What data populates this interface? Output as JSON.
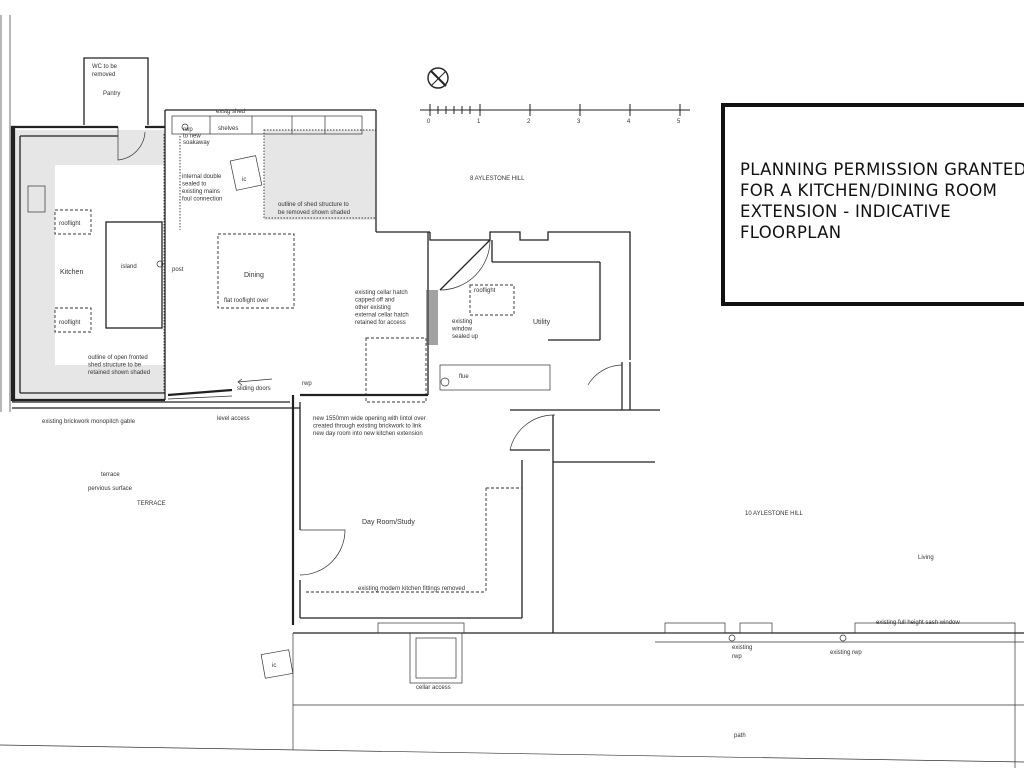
{
  "title": "PLANNING PERMISSION GRANTED\nFOR A KITCHEN/DINING ROOM\nEXTENSION - INDICATIVE\nFLOORPLAN",
  "scale": {
    "ticks": [
      "0",
      "1",
      "2",
      "3",
      "4",
      "5"
    ]
  },
  "labels": {
    "wc": "WC to  be\nremoved",
    "pantry": "Pantry",
    "extg_shed": "exstg shed",
    "rwp_new": "rwp\nto new\nsoakaway",
    "shelves": "shelves",
    "ic_top": "ic",
    "drain_note": "internal double\nsealed to\nexisting mains\nfoul connection",
    "shed_note": "outline of shed structure to\nbe removed shown shaded",
    "aylestone8": "8 AYLESTONE HILL",
    "rooflight1": "rooflight",
    "rooflight2": "rooflight",
    "rooflight3": "rooflight",
    "kitchen": "Kitchen",
    "island": "island",
    "post": "post",
    "dining": "Dining",
    "dining_roof": "flat rooflight over",
    "cellar_note": "existing cellar hatch\ncapped off and\nother existing\nexternal cellar hatch\nretained for access",
    "window_note": "existing\nwindow\nsealed up",
    "utility": "Utility",
    "flue": "flue",
    "open_shed": "outline of open fronted\nshed structure to  be\nretained shown shaded",
    "sliding": "sliding doors",
    "rwp_left": "rwp",
    "gable": "existing brickwork monopitch gable",
    "level": "level access",
    "opening_note": "new 1550mm wide opening with lintol over\ncreated through existing brickwork to link\nnew day room into new kitchen extension",
    "terrace1": "terrace",
    "terrace2": "pervious surface",
    "terrace3": "TERRACE",
    "day_room": "Day Room/Study",
    "aylestone10": "10 AYLESTONE HILL",
    "living": "Living",
    "fittings": "existing modern kitchen fittings removed",
    "sash": "existing full height sash window",
    "extg_rwp1": "existing\nrwp",
    "extg_rwp2": "existing rwp",
    "ic_bottom": "ic",
    "cellar_access": "cellar access",
    "path": "path"
  }
}
